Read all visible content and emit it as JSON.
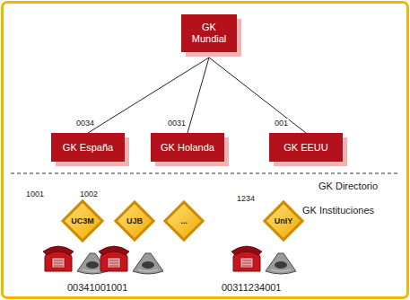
{
  "diagram": {
    "nodes": [
      {
        "text": [
          "GK Mundial"
        ]
      },
      {
        "text": [
          "GK España"
        ]
      },
      {
        "text": [
          "GK Holanda"
        ]
      },
      {
        "text": [
          "GK EEUU"
        ]
      },
      {
        "text": [
          "UC3M"
        ]
      },
      {
        "text": [
          "UJB"
        ]
      },
      {
        "text": [
          "..."
        ]
      },
      {
        "text": [
          "UnIY"
        ]
      }
    ],
    "edges": [
      {
        "from": 0,
        "to": 1,
        "arrow": "none",
        "label": "0034"
      },
      {
        "from": 0,
        "to": 2,
        "arrow": "none",
        "label": "0031"
      },
      {
        "from": 0,
        "to": 3,
        "arrow": "none",
        "label": "001"
      }
    ],
    "labels": [
      "1001",
      "1002",
      "1234",
      "GK Directorio",
      "GK Instituciones",
      "00341001001",
      "00311234001"
    ]
  }
}
